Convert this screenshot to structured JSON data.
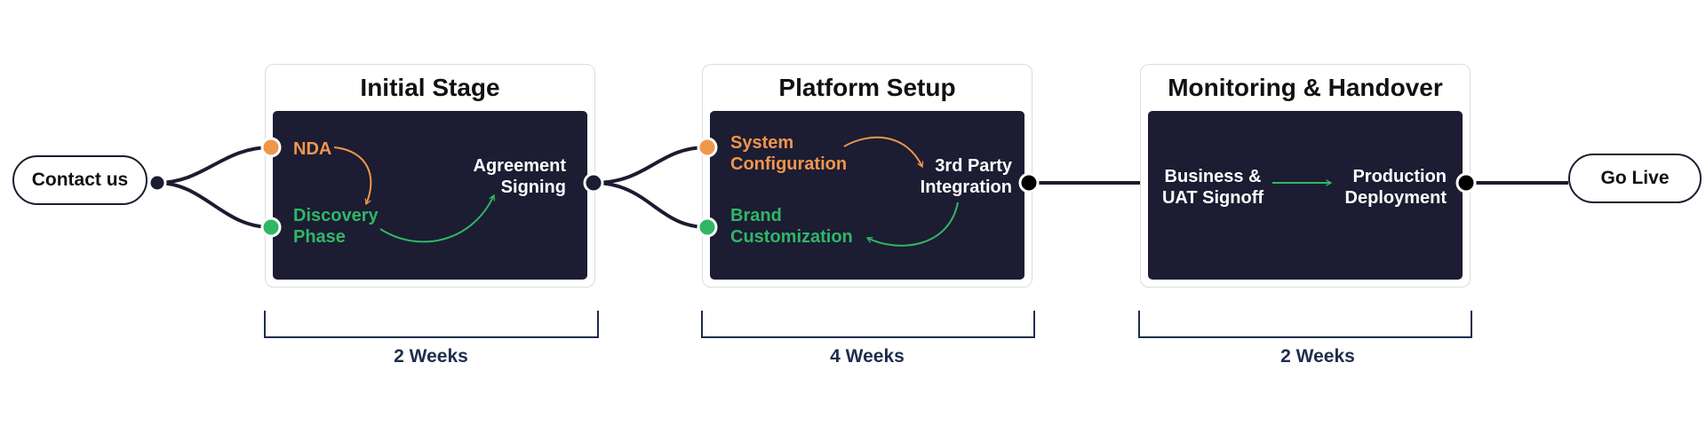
{
  "start": {
    "label": "Contact us"
  },
  "end": {
    "label": "Go Live"
  },
  "stages": [
    {
      "title": "Initial Stage",
      "duration": "2 Weeks",
      "nodes": [
        "NDA",
        "Discovery Phase",
        "Agreement Signing"
      ]
    },
    {
      "title": "Platform Setup",
      "duration": "4 Weeks",
      "nodes": [
        "System Configuration",
        "3rd Party Integration",
        "Brand Customization"
      ]
    },
    {
      "title": "Monitoring & Handover",
      "duration": "2 Weeks",
      "nodes": [
        "Business & UAT Signoff",
        "Production Deployment"
      ]
    }
  ],
  "colors": {
    "panel": "#1c1c33",
    "connector": "#1c1c30",
    "orange": "#f0964a",
    "green": "#2fb765",
    "bracket": "#1e2d4d"
  }
}
